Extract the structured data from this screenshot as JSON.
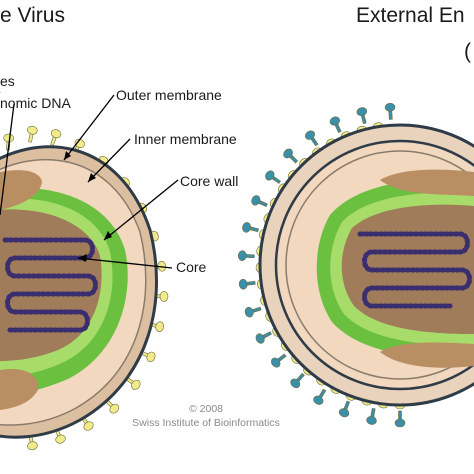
{
  "titles": {
    "left": "e Virus",
    "right": "External En",
    "right_sub": "("
  },
  "labels": {
    "partial_top": "es",
    "genomic_dna": "nomic DNA",
    "outer_membrane": "Outer membrane",
    "inner_membrane": "Inner membrane",
    "core_wall": "Core wall",
    "core": "Core"
  },
  "credit": {
    "year": "© 2008",
    "org": "Swiss Institute of Bioinformatics"
  },
  "colors": {
    "outer_membrane": "#2f3b47",
    "tegument": "#f2d8bf",
    "core_wall": "#6cc040",
    "core_fill": "#a07c5a",
    "dna": "#3a2e6e",
    "lateral_body": "#b98e62",
    "glycoprotein": "#f0ea8a",
    "envelope_protein": "#3c8fa8"
  }
}
